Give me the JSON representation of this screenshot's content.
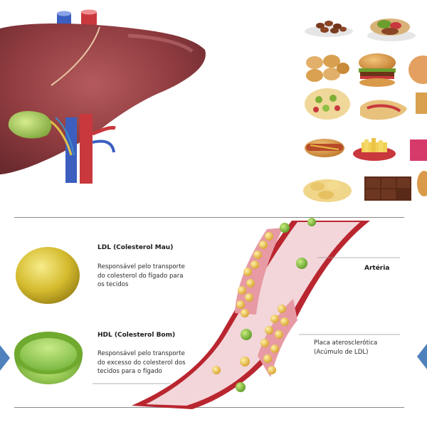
{
  "ldl": {
    "title": "LDL (Colesterol Mau)",
    "desc_lines": [
      "Responsável pelo transporte",
      "do colesterol do fígado para",
      "os tecidos"
    ]
  },
  "hdl": {
    "title": "HDL (Colesterol Bom)",
    "desc_lines": [
      "Responsável pelo transporte",
      "do excesso do colesterol dos",
      "tecidos para o fígado"
    ]
  },
  "artery_label": "Artéria",
  "plaque_label_lines": [
    "Placa aterosclerótica",
    "(Acúmulo de LDL)"
  ],
  "colors": {
    "liver": "#8e3b3f",
    "gallbladder": "#9cc04a",
    "ldl_particle": "#e0b43a",
    "hdl_particle": "#7ab840",
    "artery_wall": "#b9262f",
    "artery_lumen": "#f3d6da",
    "nav_arrow": "#4f81bd"
  }
}
